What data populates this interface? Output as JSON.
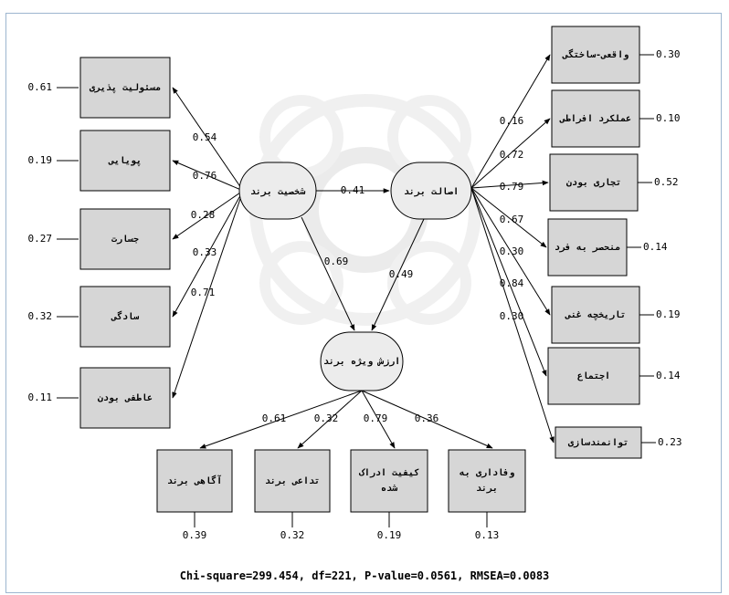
{
  "latents": {
    "personality": "شخصیت برند",
    "authenticity": "اصالت برند",
    "equity": "ارزش ویژه برند"
  },
  "left_indicators": [
    {
      "label": "مسئولیت پذیری",
      "coef": "0.54",
      "error": "0.61"
    },
    {
      "label": "پویایی",
      "coef": "0.76",
      "error": "0.19"
    },
    {
      "label": "جسارت",
      "coef": "0.28",
      "error": "0.27"
    },
    {
      "label": "سادگی",
      "coef": "0.33",
      "error": "0.32"
    },
    {
      "label": "عاطفی بودن",
      "coef": "0.71",
      "error": "0.11"
    }
  ],
  "right_indicators": [
    {
      "label": "واقعی-ساختگی",
      "coef": "0.16",
      "error": "0.30"
    },
    {
      "label": "عملکرد افراطی",
      "coef": "0.72",
      "error": "0.10"
    },
    {
      "label": "تجاری بودن",
      "coef": "0.79",
      "error": "0.52"
    },
    {
      "label": "منحصر به فرد",
      "coef": "0.67",
      "error": "0.14"
    },
    {
      "label": "تاریخچه غنی",
      "coef": "0.30",
      "error": "0.19"
    },
    {
      "label": "اجتماع",
      "coef": "0.84",
      "error": "0.14"
    },
    {
      "label": "توانمندسازی",
      "coef": "0.30",
      "error": "0.23"
    }
  ],
  "bottom_indicators": [
    {
      "label": "آگاهی برند",
      "coef": "0.61",
      "error": "0.39"
    },
    {
      "label": "تداعی برند",
      "coef": "0.32",
      "error": "0.32"
    },
    {
      "label": "کیفیت ادراک شده",
      "coef": "0.79",
      "error": "0.19"
    },
    {
      "label": "وفاداری به برند",
      "coef": "0.36",
      "error": "0.13"
    }
  ],
  "paths": {
    "personality_to_authenticity": "0.41",
    "personality_to_equity": "0.69",
    "authenticity_to_equity": "0.49"
  },
  "fit_stats": "Chi-square=299.454, df=221, P-value=0.0561, RMSEA=0.0083",
  "colors": {
    "latent_fill": "#ececec",
    "box_fill": "#d6d6d6",
    "border": "#9db6cf",
    "watermark": "#d9d9d9"
  }
}
